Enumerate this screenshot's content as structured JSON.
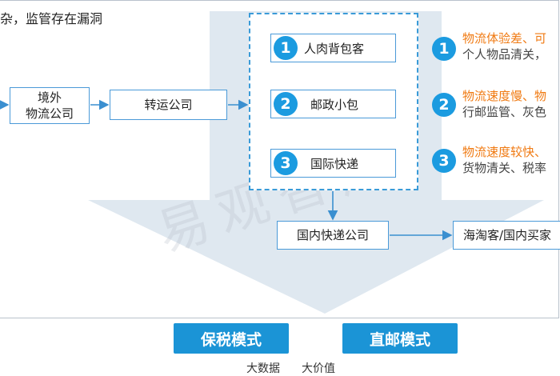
{
  "title": "杂，监管存在漏洞",
  "watermark": "易观智库",
  "nodes": {
    "overseas": [
      "境外",
      "物流公司"
    ],
    "transit": "转运公司",
    "domestic_express": "国内快递公司",
    "buyer": "海淘客/国内买家"
  },
  "channels": [
    {
      "num": "1",
      "label": "人肉背包客"
    },
    {
      "num": "2",
      "label": "邮政小包"
    },
    {
      "num": "3",
      "label": "国际快递"
    }
  ],
  "notes": [
    {
      "num": "1",
      "headline": "物流体验差、可",
      "detail": "个人物品清关，"
    },
    {
      "num": "2",
      "headline": "物流速度慢、物",
      "detail": "行邮监管、灰色"
    },
    {
      "num": "3",
      "headline": "物流速度较快、",
      "detail": "货物清关、税率"
    }
  ],
  "modes": [
    {
      "label": "保税模式",
      "caption": "大数据"
    },
    {
      "label": "直邮模式",
      "caption": "大价值"
    }
  ],
  "colors": {
    "accent": "#1b9be0",
    "box_border": "#4a9ad8",
    "highlight": "#f07a12",
    "big_arrow": "#dfe8f0"
  }
}
